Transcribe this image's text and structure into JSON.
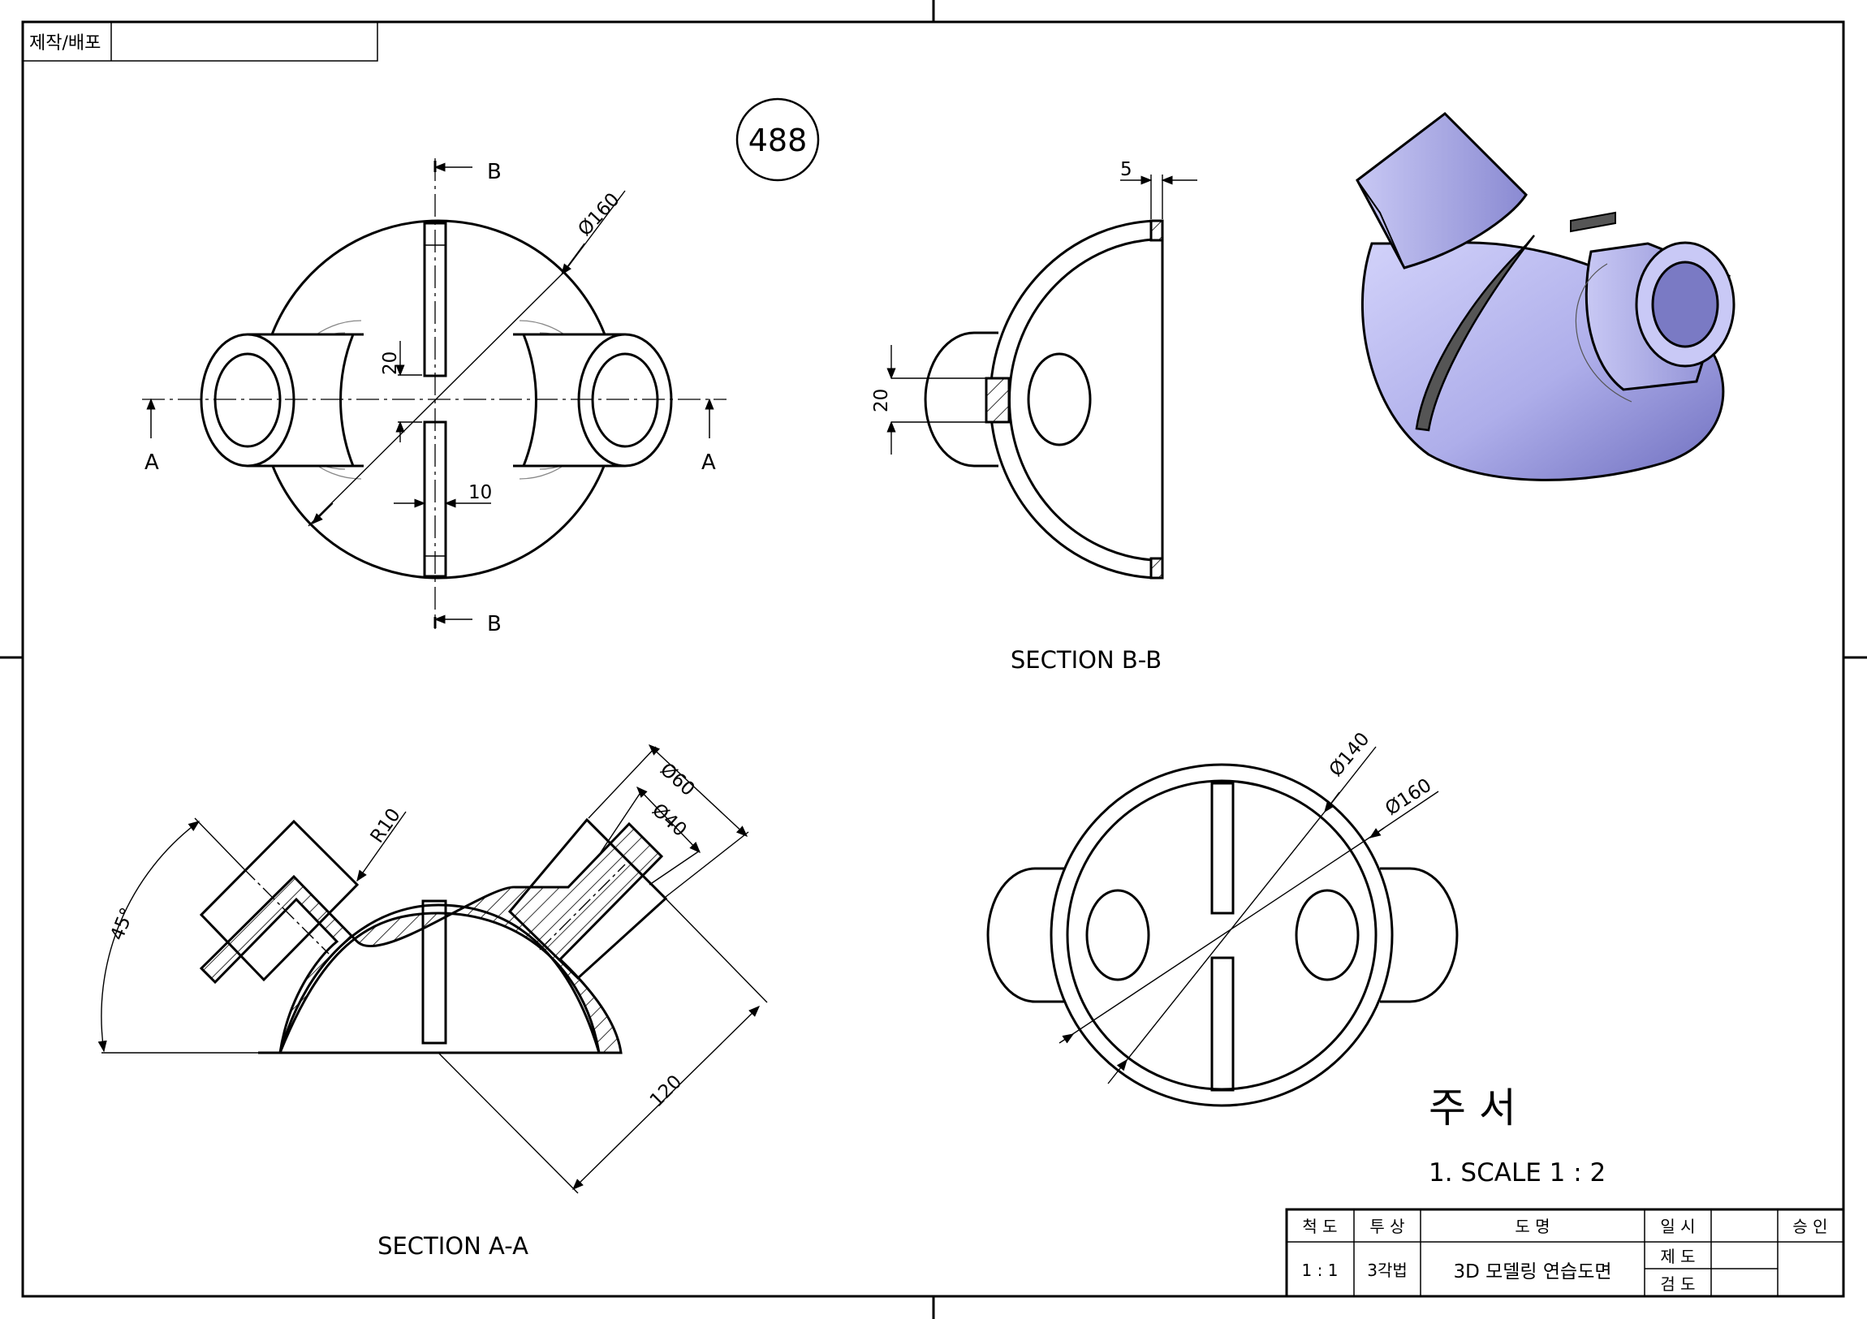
{
  "header": {
    "box_label": "제작/배포",
    "drawing_number": "488"
  },
  "views": {
    "front": {
      "cut_b_top": "B",
      "cut_b_bottom": "B",
      "cut_a_left": "A",
      "cut_a_right": "A",
      "dim_diameter": "Ø160",
      "dim_slot_gap": "20",
      "dim_slot_width": "10"
    },
    "section_bb": {
      "title": "SECTION B-B",
      "dim_wall": "5",
      "dim_height": "20"
    },
    "section_aa": {
      "title": "SECTION A-A",
      "dim_radius": "R10",
      "dim_angle": "45°",
      "dim_outer": "Ø60",
      "dim_inner": "Ø40",
      "dim_length": "120"
    },
    "top": {
      "dim_inner": "Ø140",
      "dim_outer": "Ø160"
    }
  },
  "notes": {
    "title": "주 서",
    "line1": "1. SCALE 1 : 2"
  },
  "title_block": {
    "scale_header": "척 도",
    "projection_header": "투 상",
    "name_header": "도 명",
    "date_header": "일 시",
    "approve_header": "승 인",
    "scale_value": "1 : 1",
    "projection_value": "3각법",
    "drawing_name": "3D 모델링 연습도면",
    "drawn_label": "제 도",
    "checked_label": "검 도"
  },
  "colors": {
    "iso_fill": "#b4b4f0",
    "iso_shade": "#7d7dc8",
    "line": "#000000"
  }
}
